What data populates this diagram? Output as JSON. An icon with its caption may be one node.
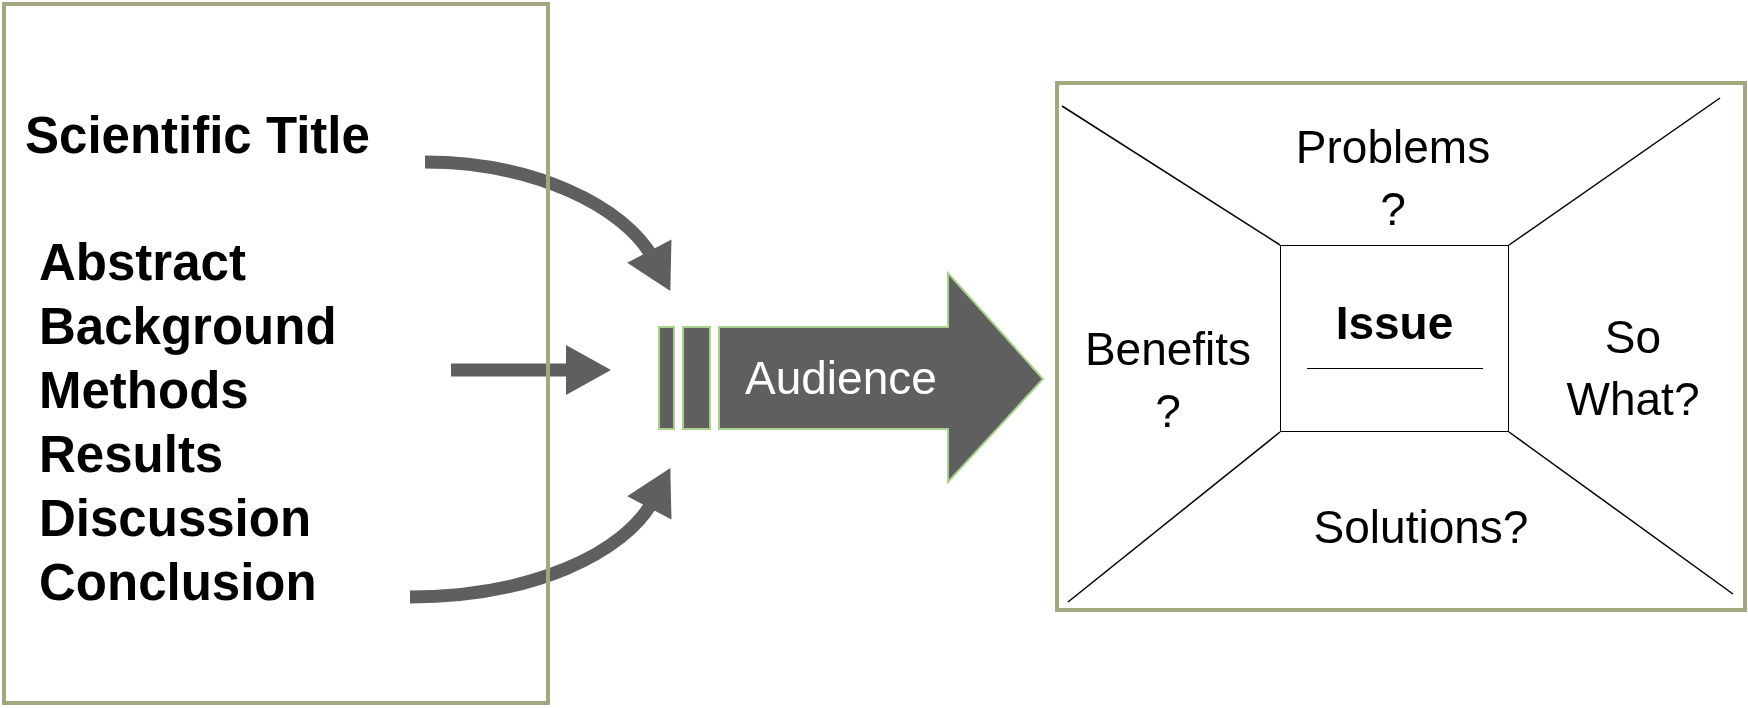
{
  "diagram": {
    "nodes": [
      {
        "text": [],
        "shape": "box"
      },
      {
        "text": [
          "Scientific Title"
        ],
        "in": 0
      },
      {
        "text": [
          "Abstract"
        ],
        "in": 0
      },
      {
        "text": [
          "Background"
        ],
        "in": 0
      },
      {
        "text": [
          "Methods"
        ],
        "in": 0
      },
      {
        "text": [
          "Results"
        ],
        "in": 0
      },
      {
        "text": [
          "Discussion"
        ],
        "in": 0
      },
      {
        "text": [
          "Conclusion"
        ],
        "in": 0
      },
      {
        "text": [
          "Audience"
        ]
      },
      {
        "text": [],
        "shape": "box"
      },
      {
        "text": [
          "Problems ?"
        ],
        "in": 9
      },
      {
        "text": [
          "Benefits ?"
        ],
        "in": 9
      },
      {
        "text": [
          "Issue"
        ],
        "in": 9
      },
      {
        "text": [
          "So What?"
        ],
        "in": 9
      },
      {
        "text": [
          "Solutions?"
        ],
        "in": 9
      }
    ],
    "edges": [
      {
        "from": 1,
        "to": 8,
        "arrow": "to"
      },
      {
        "from": null,
        "to": 8,
        "arrow": "to"
      },
      {
        "from": 7,
        "to": 8,
        "arrow": "to"
      }
    ]
  }
}
